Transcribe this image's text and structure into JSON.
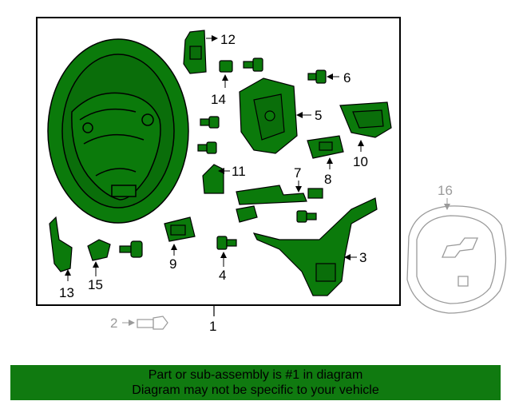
{
  "colors": {
    "part_fill": "#0b7a0b",
    "part_stroke": "#000000",
    "ghost_stroke": "#9a9a9a",
    "footer_bg": "#107a10"
  },
  "callouts": {
    "c1": "1",
    "c2": "2",
    "c3": "3",
    "c4": "4",
    "c5": "5",
    "c6": "6",
    "c7": "7",
    "c8": "8",
    "c9": "9",
    "c10": "10",
    "c11": "11",
    "c12": "12",
    "c13": "13",
    "c14": "14",
    "c15": "15",
    "c16": "16"
  },
  "footer": {
    "line1": "Part or sub-assembly is #1 in diagram",
    "line2": "Diagram may not be specific to your vehicle"
  }
}
